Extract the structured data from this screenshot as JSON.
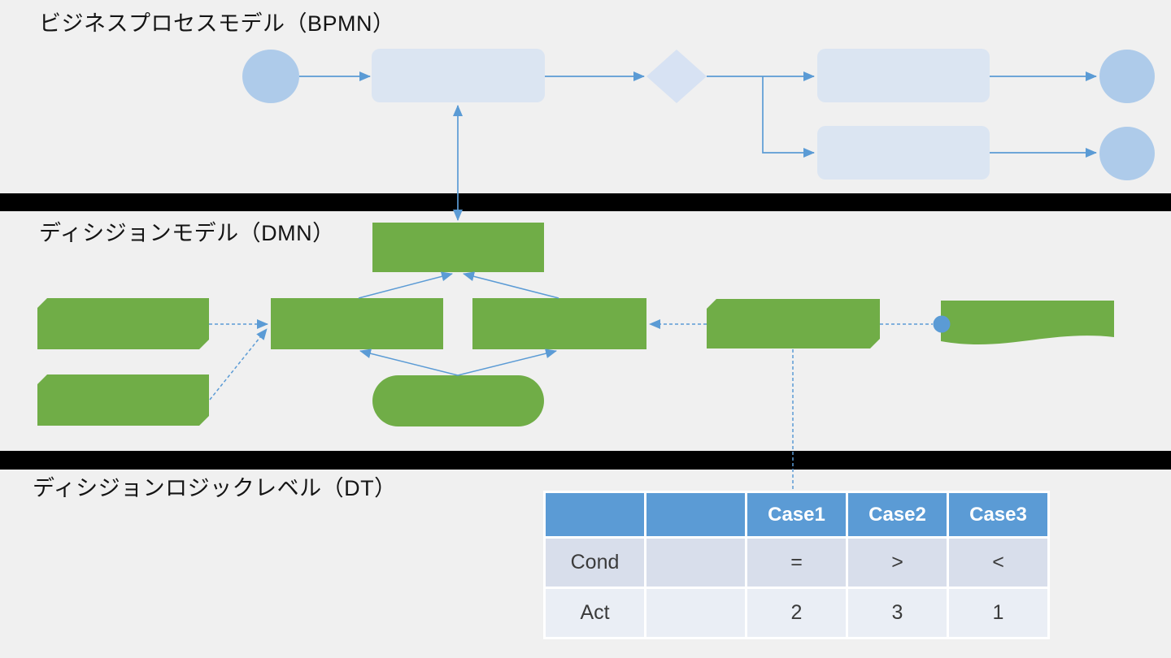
{
  "sections": {
    "bpmn": {
      "title": "ビジネスプロセスモデル（BPMN）"
    },
    "dmn": {
      "title": "ディシジョンモデル（DMN）"
    },
    "dt": {
      "title": "ディシジョンロジックレベル（DT）"
    }
  },
  "decision_table": {
    "header": [
      "",
      "",
      "Case1",
      "Case2",
      "Case3"
    ],
    "rows": [
      [
        "Cond",
        "",
        "=",
        ">",
        "<"
      ],
      [
        "Act",
        "",
        "2",
        "3",
        "1"
      ]
    ]
  },
  "colors": {
    "background": "#f0f0f0",
    "divider": "#000000",
    "connector": "#5b9bd5",
    "bpmn_event_fill": "#aecbea",
    "bpmn_task_fill": "#dbe5f2",
    "bpmn_gateway_fill": "#d7e2f3",
    "dmn_fill": "#70ad47",
    "table_header_bg": "#5b9bd5",
    "table_header_text": "#ffffff",
    "table_row_cond_bg": "#d8deeb",
    "table_row_act_bg": "#eaeef5",
    "table_text": "#3b3b3b",
    "title_text": "#141414"
  }
}
